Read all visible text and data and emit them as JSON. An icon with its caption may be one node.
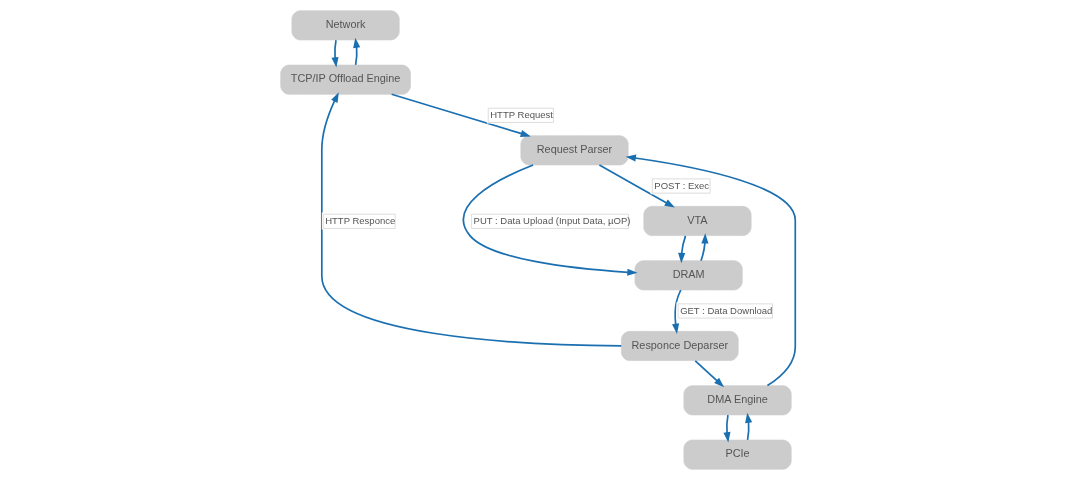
{
  "diagram": {
    "nodes": [
      {
        "text": [
          "Network"
        ]
      },
      {
        "text": [
          "TCP/IP Offload Engine"
        ]
      },
      {
        "text": [
          "Request Parser"
        ]
      },
      {
        "text": [
          "VTA"
        ]
      },
      {
        "text": [
          "DRAM"
        ]
      },
      {
        "text": [
          "Responce Deparser"
        ]
      },
      {
        "text": [
          "PCIe"
        ]
      },
      {
        "text": [
          "DMA Engine"
        ]
      }
    ],
    "edges": [
      {
        "from": 1,
        "to": 0,
        "arrow": "to"
      },
      {
        "from": 0,
        "to": 1,
        "arrow": "to"
      },
      {
        "from": 1,
        "to": 2,
        "arrow": "to",
        "label": "HTTP Request"
      },
      {
        "from": 2,
        "to": 3,
        "arrow": "to",
        "label": "POST : Exec"
      },
      {
        "from": 2,
        "to": 4,
        "arrow": "to",
        "label": "PUT : Data Upload (Input Data, µOP)"
      },
      {
        "from": 4,
        "to": 3,
        "arrow": "to"
      },
      {
        "from": 3,
        "to": 4,
        "arrow": "to"
      },
      {
        "from": 4,
        "to": 5,
        "arrow": "to",
        "label": "GET : Data Download"
      },
      {
        "from": 5,
        "to": 1,
        "arrow": "to",
        "label": "HTTP Responce"
      },
      {
        "from": 5,
        "to": 7,
        "arrow": "to"
      },
      {
        "from": 7,
        "to": 2,
        "arrow": "to"
      },
      {
        "from": 6,
        "to": 7,
        "arrow": "to"
      },
      {
        "from": 7,
        "to": 6,
        "arrow": "to"
      }
    ]
  }
}
